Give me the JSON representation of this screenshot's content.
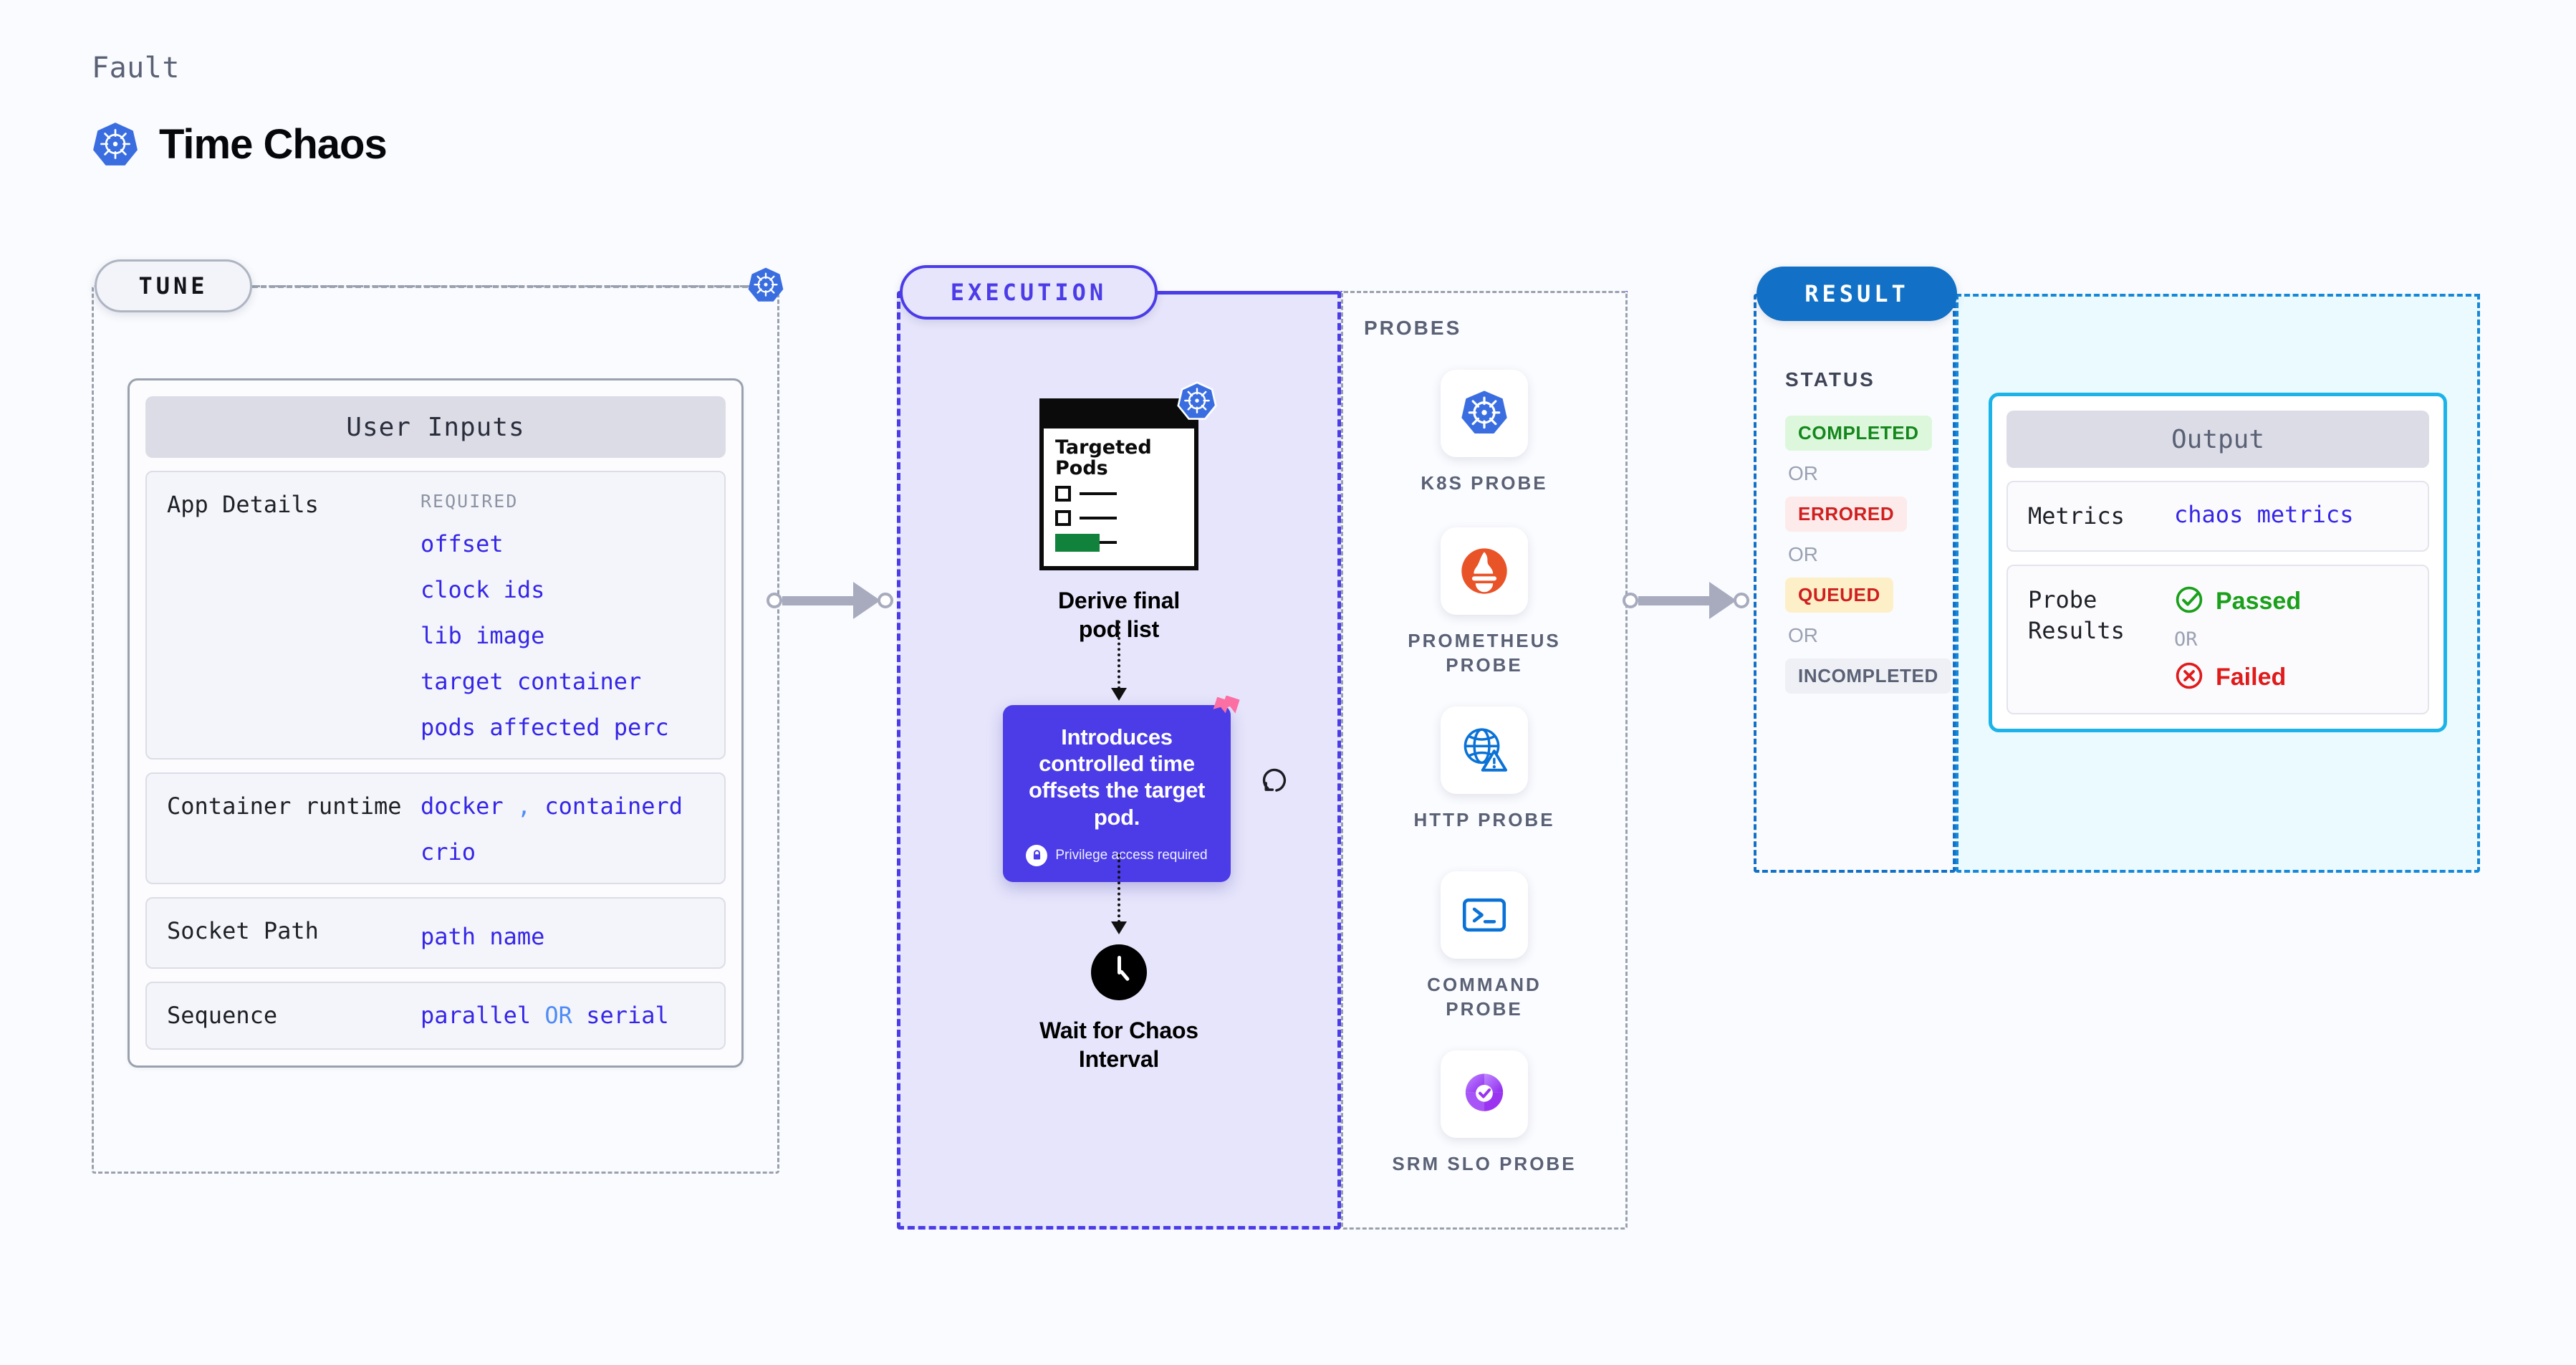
{
  "header": {
    "kicker": "Fault",
    "title": "Time Chaos",
    "logo_icon": "kubernetes-icon"
  },
  "colors": {
    "page_background": "#fafbfe",
    "tune_border": "#9aa1ae",
    "execution_accent": "#4b3ce8",
    "execution_fill": "#e6e5fb",
    "result_accent": "#1271c6",
    "output_border": "#1bb3e8",
    "output_fill": "#eafaff",
    "value_text": "#3526e6",
    "status_completed": "#14871c",
    "status_errored": "#cf2020",
    "status_queued": "#cf2020",
    "status_incompleted": "#5a6175",
    "passed": "#1aa01a",
    "failed": "#e01b1b",
    "ribbon": "#fb6fa3"
  },
  "tune": {
    "tag": "TUNE",
    "badge_icon": "kubernetes-icon",
    "card": {
      "title": "User Inputs",
      "rows": [
        {
          "label": "App Details",
          "required_label": "REQUIRED",
          "values": [
            "offset",
            "clock ids",
            "lib image",
            "target container",
            "pods affected perc"
          ]
        },
        {
          "label": "Container runtime",
          "values": [
            "docker , containerd",
            "crio"
          ],
          "separator": ","
        },
        {
          "label": "Socket Path",
          "values": [
            "path name"
          ]
        },
        {
          "label": "Sequence",
          "values": [
            "parallel OR serial"
          ],
          "separator": "OR"
        }
      ]
    }
  },
  "execution": {
    "tag": "EXECUTION",
    "nodes": [
      {
        "id": "derive-pod-list",
        "caption": "Derive final pod list",
        "icon": "clipboard-icon",
        "badge_icon": "kubernetes-icon",
        "clipboard_title": "Targeted Pods"
      },
      {
        "id": "fault-tooltip",
        "text": "Introduces controlled time offsets the target pod.",
        "badge": "Privilege access required",
        "badge_icon": "lock-icon",
        "ribbon_icon": "harness-ribbon-icon",
        "side_icon": "refresh-icon"
      },
      {
        "id": "wait-chaos-interval",
        "caption": "Wait for Chaos Interval",
        "icon": "clock-icon"
      }
    ]
  },
  "probes": {
    "header": "PROBES",
    "items": [
      {
        "label": "K8S PROBE",
        "icon": "kubernetes-icon"
      },
      {
        "label": "PROMETHEUS PROBE",
        "icon": "prometheus-icon"
      },
      {
        "label": "HTTP PROBE",
        "icon": "globe-warning-icon"
      },
      {
        "label": "COMMAND PROBE",
        "icon": "terminal-icon"
      },
      {
        "label": "SRM SLO PROBE",
        "icon": "srm-slo-icon"
      }
    ]
  },
  "result": {
    "tag": "RESULT",
    "status_header": "STATUS",
    "or_label": "OR",
    "statuses": [
      {
        "label": "COMPLETED",
        "style": "completed"
      },
      {
        "label": "ERRORED",
        "style": "errored"
      },
      {
        "label": "QUEUED",
        "style": "queued"
      },
      {
        "label": "INCOMPLETED",
        "style": "incompleted"
      }
    ],
    "output": {
      "title": "Output",
      "metrics_label": "Metrics",
      "metrics_value": "chaos metrics",
      "probe_results_label": "Probe Results",
      "passed_label": "Passed",
      "failed_label": "Failed",
      "or_label": "OR",
      "passed_icon": "check-circle-icon",
      "failed_icon": "x-circle-icon"
    }
  }
}
